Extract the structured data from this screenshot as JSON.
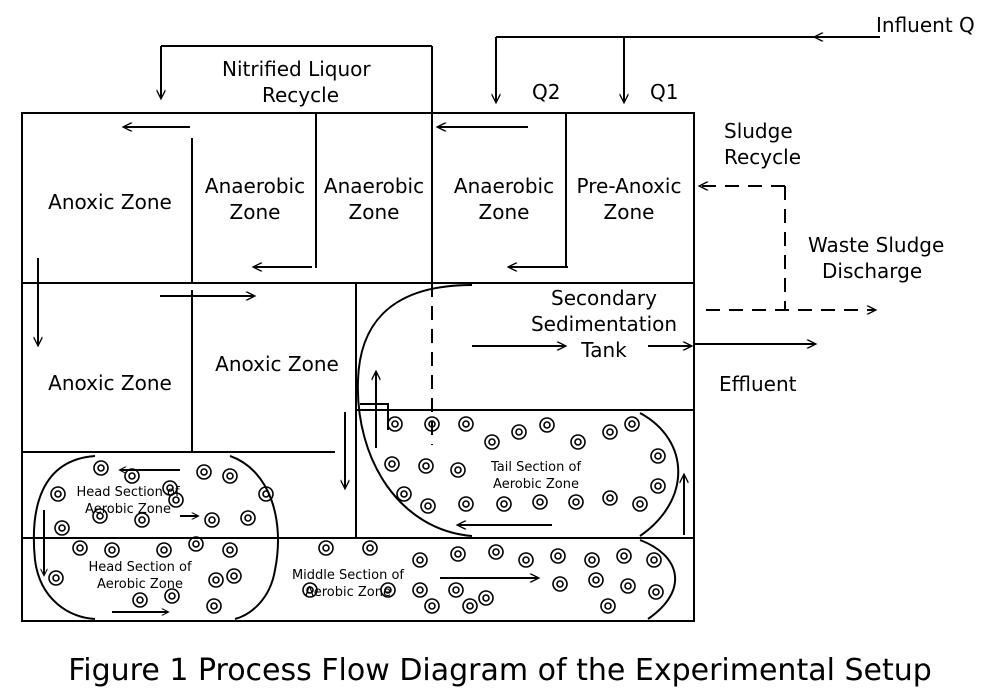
{
  "diagram": {
    "labels": {
      "influent": "Influent Q",
      "q2": "Q2",
      "q1": "Q1",
      "nitrified_line1": "Nitrified Liquor",
      "nitrified_line2": "Recycle",
      "sludge_line1": "Sludge",
      "sludge_line2": "Recycle",
      "waste_line1": "Waste Sludge",
      "waste_line2": "Discharge",
      "effluent": "Effluent",
      "anoxic_zone_1": "Anoxic Zone",
      "anaerobic_1_line1": "Anaerobic",
      "anaerobic_1_line2": "Zone",
      "anaerobic_2_line1": "Anaerobic",
      "anaerobic_2_line2": "Zone",
      "anaerobic_3_line1": "Anaerobic",
      "anaerobic_3_line2": "Zone",
      "preanoxic_line1": "Pre-Anoxic",
      "preanoxic_line2": "Zone",
      "anoxic_zone_2": "Anoxic Zone",
      "anoxic_zone_3": "Anoxic Zone",
      "sst_line1": "Secondary",
      "sst_line2": "Sedimentation",
      "sst_line3": "Tank",
      "head_a_line1": "Head Section of",
      "head_a_line2": "Aerobic Zone",
      "head_b_line1": "Head Section of",
      "head_b_line2": "Aerobic Zone",
      "middle_line1": "Middle Section of",
      "middle_line2": "Aerobic Zone",
      "tail_line1": "Tail Section of",
      "tail_line2": "Aerobic Zone"
    },
    "caption": "Figure 1 Process Flow Diagram of the Experimental Setup"
  }
}
